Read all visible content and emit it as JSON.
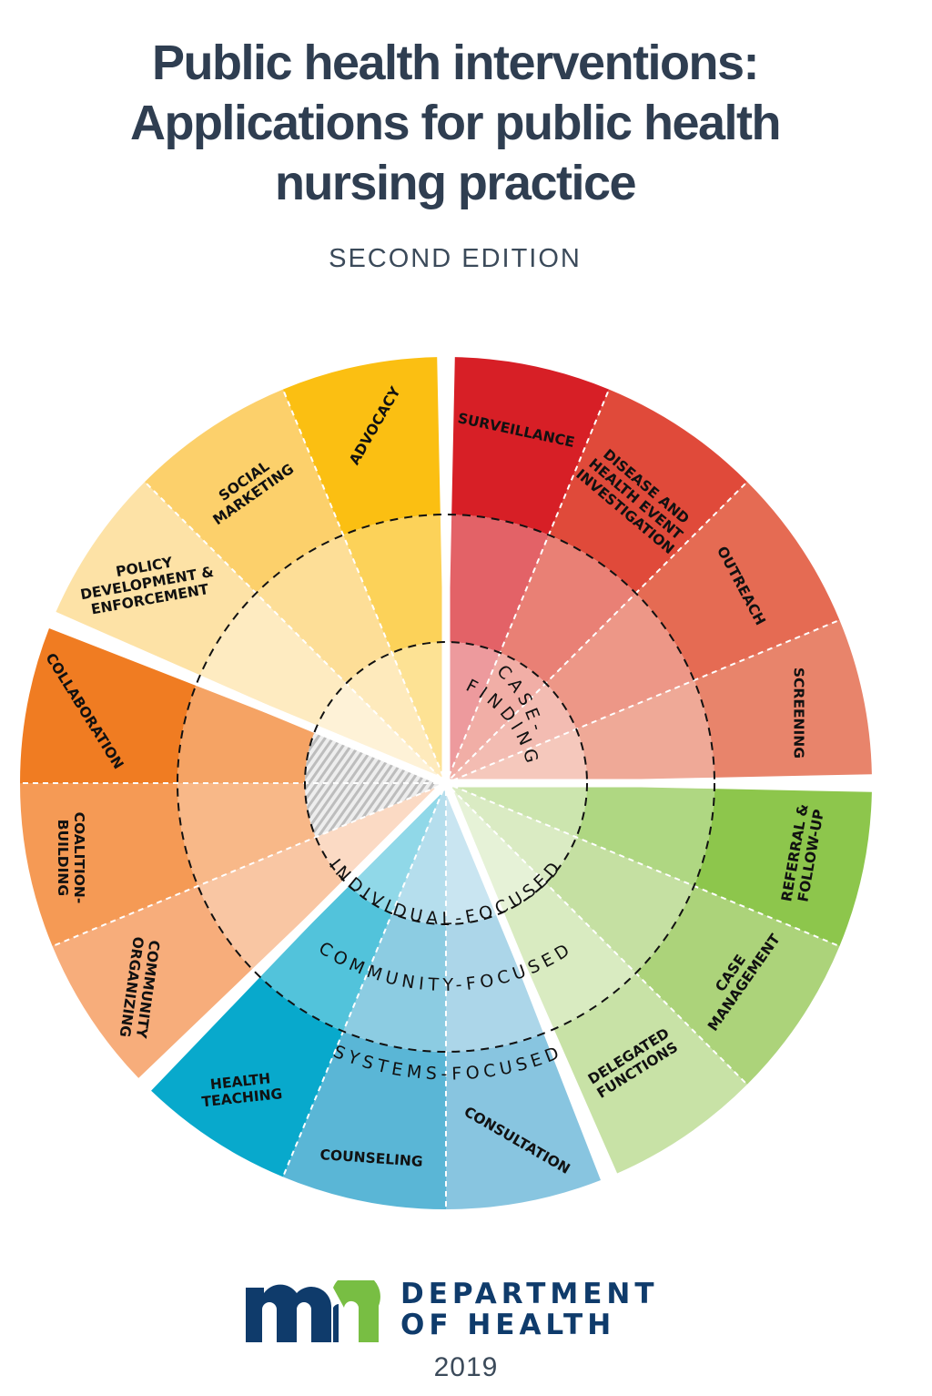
{
  "header": {
    "title_lines": [
      "Public health interventions:",
      "Applications for public health",
      "nursing practice"
    ],
    "subtitle": "SECOND EDITION"
  },
  "wheel": {
    "ring_labels": {
      "individual": "INDIVIDUAL-FOCUSED",
      "community": "COMMUNITY-FOCUSED",
      "systems": "SYSTEMS-FOCUSED",
      "case_finding_line1": "CASE-",
      "case_finding_line2": "FINDING"
    },
    "wedges": [
      {
        "group": "red",
        "color_outer": [
          "#d71f26",
          "#e04a3a",
          "#e56b53",
          "#e8846b"
        ],
        "segments": [
          {
            "label_lines": [
              "SURVEILLANCE"
            ]
          },
          {
            "label_lines": [
              "DISEASE AND",
              "HEALTH EVENT",
              "INVESTIGATION"
            ]
          },
          {
            "label_lines": [
              "OUTREACH"
            ]
          },
          {
            "label_lines": [
              "SCREENING"
            ]
          }
        ]
      },
      {
        "group": "green",
        "color_outer": [
          "#8dc64c",
          "#acd37a",
          "#c8e2a6"
        ],
        "segments": [
          {
            "label_lines": [
              "REFERRAL &",
              "FOLLOW-UP"
            ]
          },
          {
            "label_lines": [
              "CASE",
              "MANAGEMENT"
            ]
          },
          {
            "label_lines": [
              "DELEGATED",
              "FUNCTIONS"
            ]
          }
        ]
      },
      {
        "group": "blue",
        "color_outer": [
          "#08a9cc",
          "#5ab6d6",
          "#88c5e0"
        ],
        "segments": [
          {
            "label_lines": [
              "HEALTH",
              "TEACHING"
            ]
          },
          {
            "label_lines": [
              "COUNSELING"
            ]
          },
          {
            "label_lines": [
              "CONSULTATION"
            ]
          }
        ]
      },
      {
        "group": "orange",
        "color_outer": [
          "#f07c22",
          "#f59a55",
          "#f7ad7b"
        ],
        "segments": [
          {
            "label_lines": [
              "COLLABORATION"
            ]
          },
          {
            "label_lines": [
              "COALITION-",
              "BUILDING"
            ]
          },
          {
            "label_lines": [
              "COMMUNITY",
              "ORGANIZING"
            ]
          }
        ]
      },
      {
        "group": "yellow",
        "color_outer": [
          "#fbbf12",
          "#fcd06b",
          "#fde2a6"
        ],
        "segments": [
          {
            "label_lines": [
              "ADVOCACY"
            ]
          },
          {
            "label_lines": [
              "SOCIAL",
              "MARKETING"
            ]
          },
          {
            "label_lines": [
              "POLICY",
              "DEVELOPMENT &",
              "ENFORCEMENT"
            ]
          }
        ]
      }
    ]
  },
  "footer": {
    "org_line1": "DEPARTMENT",
    "org_line2": "OF HEALTH",
    "logo_text": "mn",
    "year": "2019",
    "colors": {
      "navy": "#0f3b6b",
      "green": "#78be43"
    }
  }
}
